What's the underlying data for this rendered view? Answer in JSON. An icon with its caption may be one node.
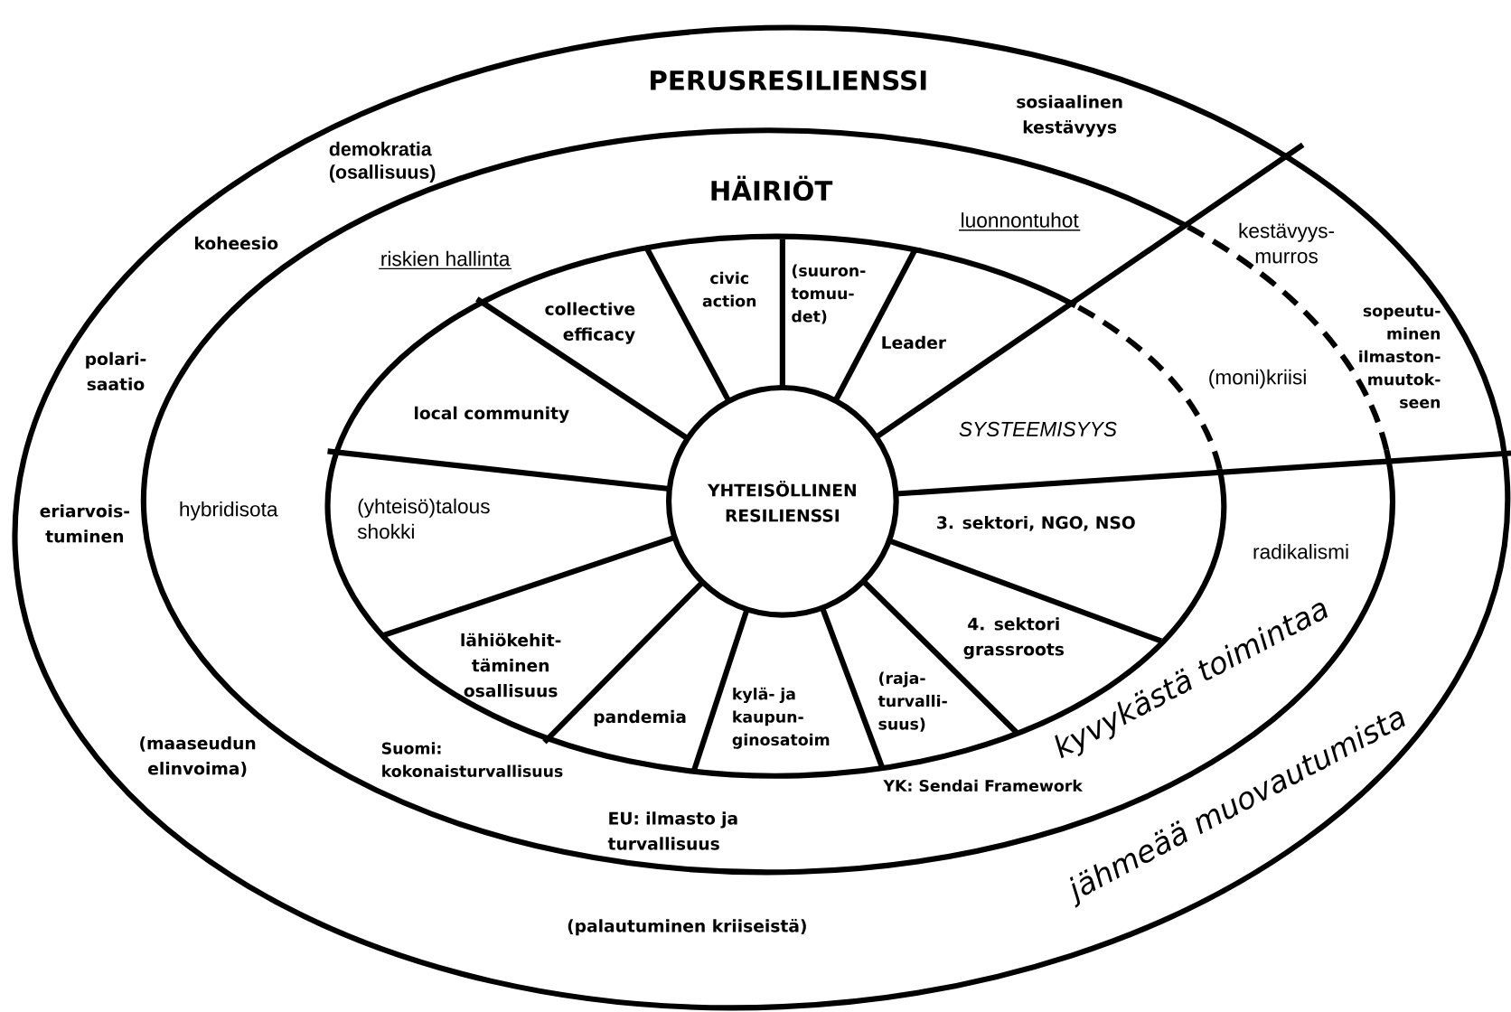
{
  "diagram": {
    "nodes": [
      {
        "text": [
          "PERUSRESILIENSSI"
        ]
      },
      {
        "text": [
          "HÄIRIÖT"
        ],
        "in": 0
      },
      {
        "text": [
          "collective efficacy",
          "civic action",
          "(suuron- tomuu- det)",
          "Leader",
          "local community",
          "SYSTEEMISYYS",
          "(yhteisö)talous shokki",
          "3. sektori, NGO, NSO",
          "lähiökehit- täminen osallisuus",
          "pandemia",
          "kylä- ja kaupun- ginosatoim",
          "(raja- turvalli- suus)",
          "4. sektori grassroots"
        ],
        "in": 1
      },
      {
        "text": [
          "YHTEISÖLLINEN RESILIENSSI"
        ],
        "in": 2
      }
    ],
    "labels": [
      "sosiaalinen kestävyys",
      "demokratia (osallisuus)",
      "luonnontuhot",
      "koheesio",
      "kestävyys- murros",
      "riskien hallinta",
      "sopeutu- minen ilmaston- muutok- seen",
      "polari- saatio",
      "(moni)kriisi",
      "eriarvois- tuminen",
      "hybridisota",
      "radikalismi",
      "kyvykästä toimintaa",
      "Suomi: kokonaisturvallisuus",
      "(maaseudun elinvoima)",
      "YK: Sendai Framework",
      "jähmeää muovautumista",
      "EU: ilmasto ja turvallisuus",
      "(palautuminen kriiseistä)"
    ]
  }
}
